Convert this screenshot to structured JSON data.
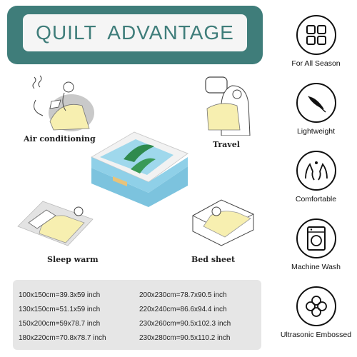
{
  "banner": {
    "title": "QUILT ADVANTAGE"
  },
  "scenes": {
    "air_conditioning": "Air conditioning",
    "travel": "Travel",
    "sleep_warm": "Sleep warm",
    "bed_sheet": "Bed sheet"
  },
  "sizes": {
    "left": [
      "100x150cm=39.3x59  inch",
      "130x150cm=51.1x59  inch",
      "150x200cm=59x78.7  inch",
      "180x220cm=70.8x78.7  inch"
    ],
    "right": [
      "200x230cm=78.7x90.5  inch",
      "220x240cm=86.6x94.4  inch",
      "230x260cm=90.5x102.3  inch",
      "230x280cm=90.5x110.2  inch"
    ]
  },
  "features": [
    {
      "label": "For All Season",
      "icon": "four-squares-icon"
    },
    {
      "label": "Lightweight",
      "icon": "feather-icon"
    },
    {
      "label": "Comfortable",
      "icon": "hands-icon"
    },
    {
      "label": "Machine Wash",
      "icon": "washing-machine-icon"
    },
    {
      "label": "Ultrasonic Embossed",
      "icon": "flower-icon"
    }
  ],
  "colors": {
    "banner": "#3f7d7a",
    "quilt_blue": "#7cc3de",
    "blanket_yellow": "#f7efb0"
  }
}
